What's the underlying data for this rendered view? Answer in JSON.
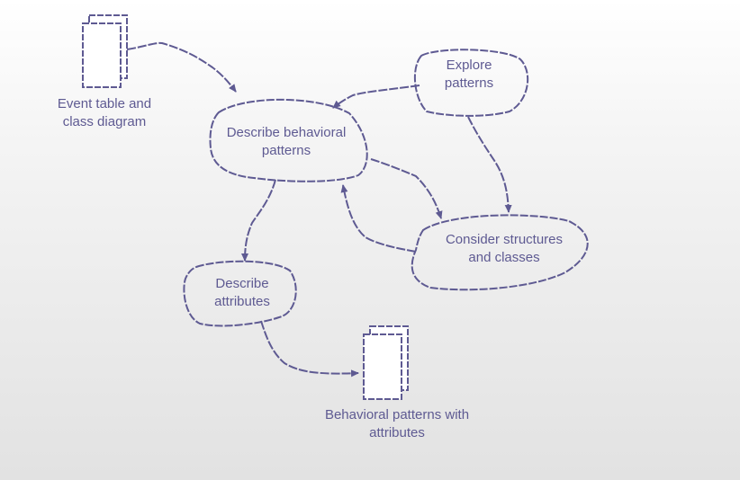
{
  "colors": {
    "stroke": "#5e5a92",
    "text": "#5e5a92",
    "doc_fill": "#ffffff"
  },
  "nodes": {
    "event_table": {
      "line1": "Event table and",
      "line2": "class diagram"
    },
    "explore": {
      "line1": "Explore",
      "line2": "patterns"
    },
    "describe_behavioral": {
      "line1": "Describe behavioral",
      "line2": "patterns"
    },
    "consider": {
      "line1": "Consider structures",
      "line2": "and classes"
    },
    "describe_attributes": {
      "line1": "Describe",
      "line2": "attributes"
    },
    "behavioral_with_attributes": {
      "line1": "Behavioral patterns with",
      "line2": "attributes"
    }
  }
}
